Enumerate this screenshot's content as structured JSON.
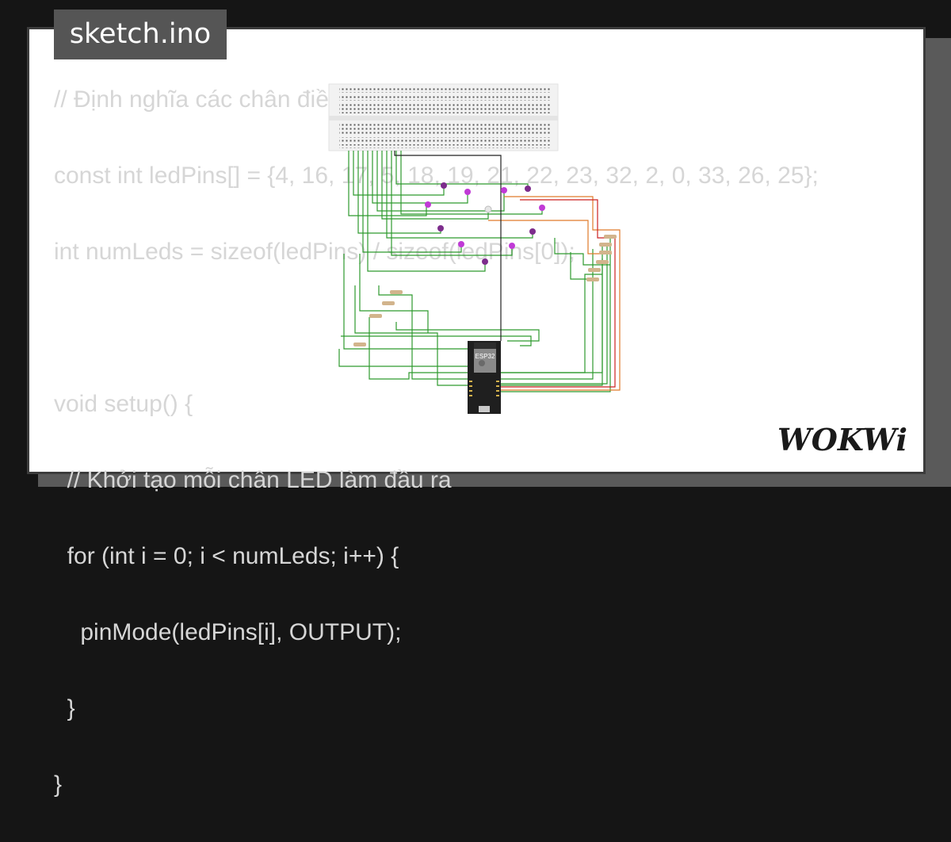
{
  "tab": {
    "label": "sketch.ino"
  },
  "code_lines": [
    "// Định nghĩa các chân điều khiển LED",
    "const int ledPins[] = {4, 16, 17, 5, 18, 19, 21, 22, 23, 32, 2, 0, 33, 26, 25};",
    "int numLeds = sizeof(ledPins) / sizeof(ledPins[0]);",
    "",
    "void setup() {",
    "  // Khởi tạo mỗi chân LED làm đầu ra",
    "  for (int i = 0; i < numLeds; i++) {",
    "    pinMode(ledPins[i], OUTPUT);",
    "  }",
    "}"
  ],
  "board": {
    "label": "ESP32"
  },
  "logo": {
    "text": "WOKWi"
  },
  "colors": {
    "page_background": "#151515",
    "card_background": "#ffffff",
    "tab_background": "#555555",
    "code_text": "#d6d6d6",
    "wire_green": "#2e9a2e",
    "wire_orange": "#e07a2a",
    "wire_red": "#cc2222",
    "wire_black": "#222222",
    "led_magenta": "#c03ad6",
    "led_purple": "#7d2d8c",
    "led_white": "#e6e6e6"
  },
  "icons": {
    "board": "esp32-devkit-icon",
    "breadboard": "breadboard-icon",
    "led": "led-icon",
    "resistor": "resistor-icon"
  }
}
